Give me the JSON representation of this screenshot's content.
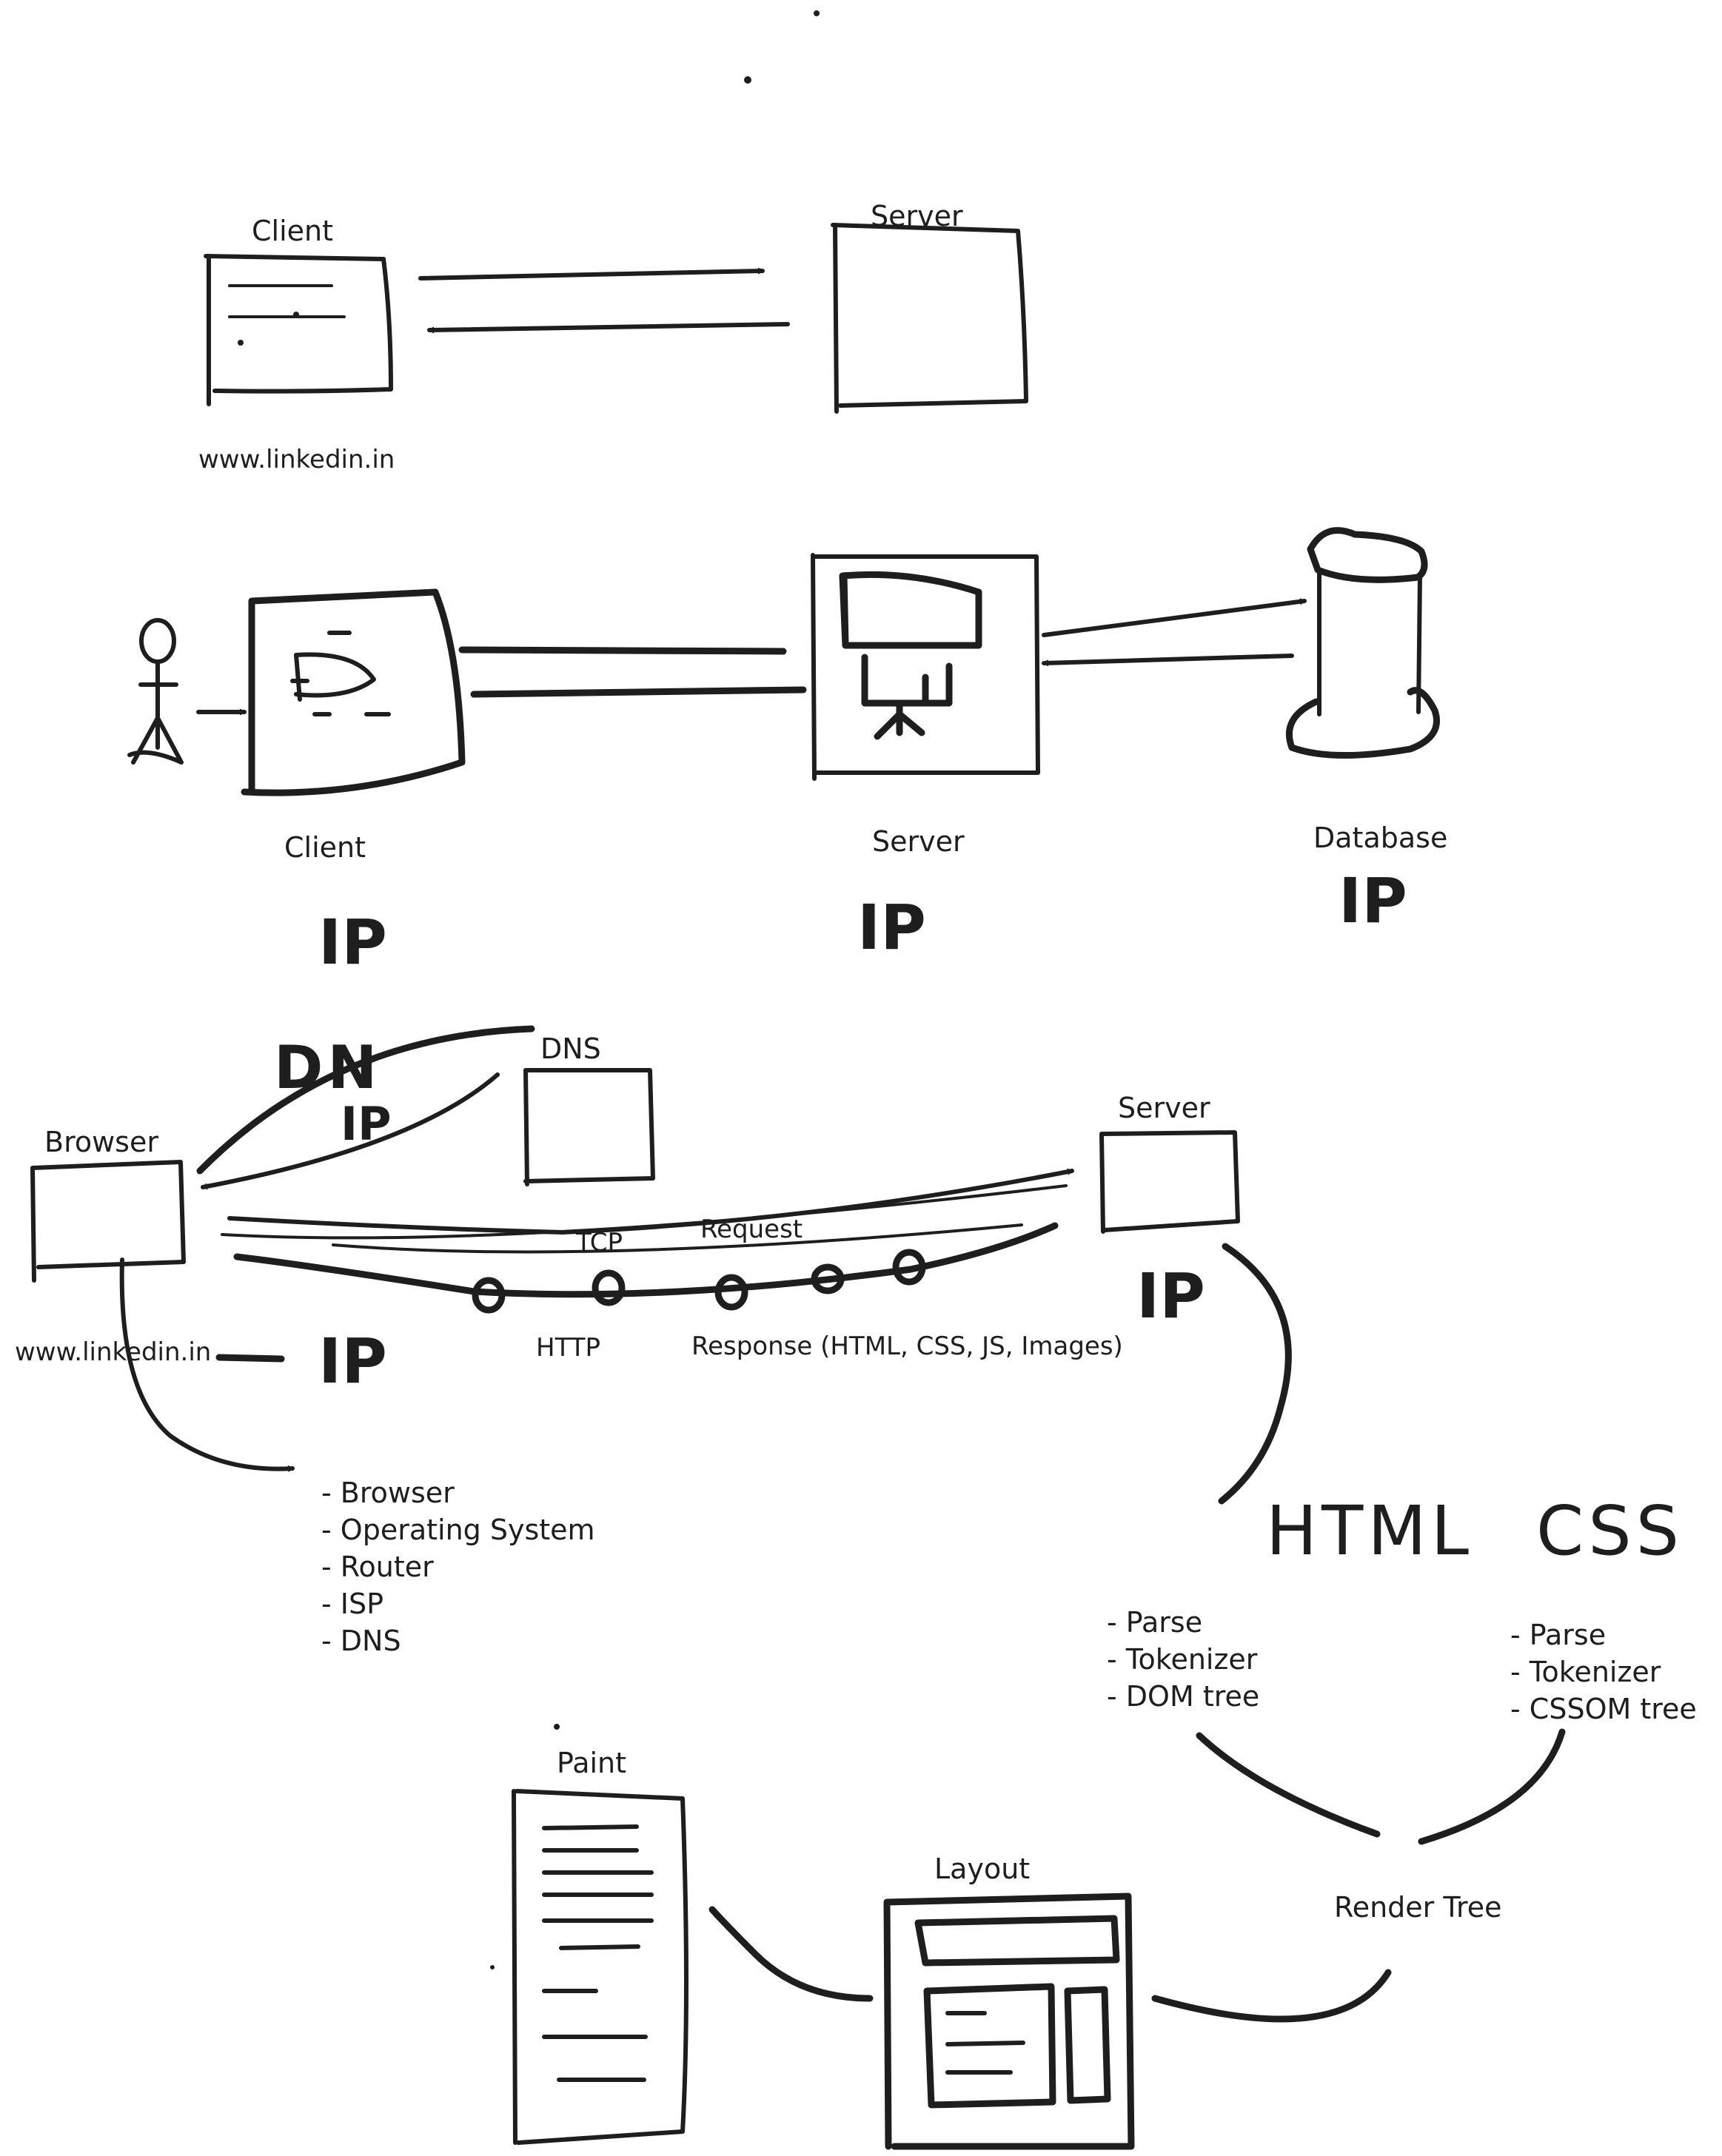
{
  "diagram1": {
    "client_label": "Client",
    "server_label": "Server",
    "url_label": "www.linkedin.in"
  },
  "diagram2": {
    "client_label": "Client",
    "server_label": "Server",
    "database_label": "Database",
    "client_ip": "IP",
    "server_ip": "IP",
    "database_ip": "IP"
  },
  "diagram3": {
    "browser_label": "Browser",
    "dns_label": "DNS",
    "server_label": "Server",
    "dn_label": "DN",
    "dns_ip_label": "IP",
    "server_ip_label": "IP",
    "url_label": "www.linkedin.in",
    "url_ip_label": "IP",
    "tcp_label": "TCP",
    "request_label": "Request",
    "http_label": "HTTP",
    "response_label": "Response (HTML, CSS, JS, Images)",
    "lookup_list": [
      "- Browser",
      "- Operating System",
      "- Router",
      "- ISP",
      "- DNS"
    ]
  },
  "diagram4": {
    "html_label": "HTML",
    "css_label": "CSS",
    "html_steps": [
      "- Parse",
      "- Tokenizer",
      "- DOM tree"
    ],
    "css_steps": [
      "- Parse",
      "- Tokenizer",
      "- CSSOM tree"
    ],
    "render_tree_label": "Render Tree",
    "layout_label": "Layout",
    "paint_label": "Paint"
  }
}
